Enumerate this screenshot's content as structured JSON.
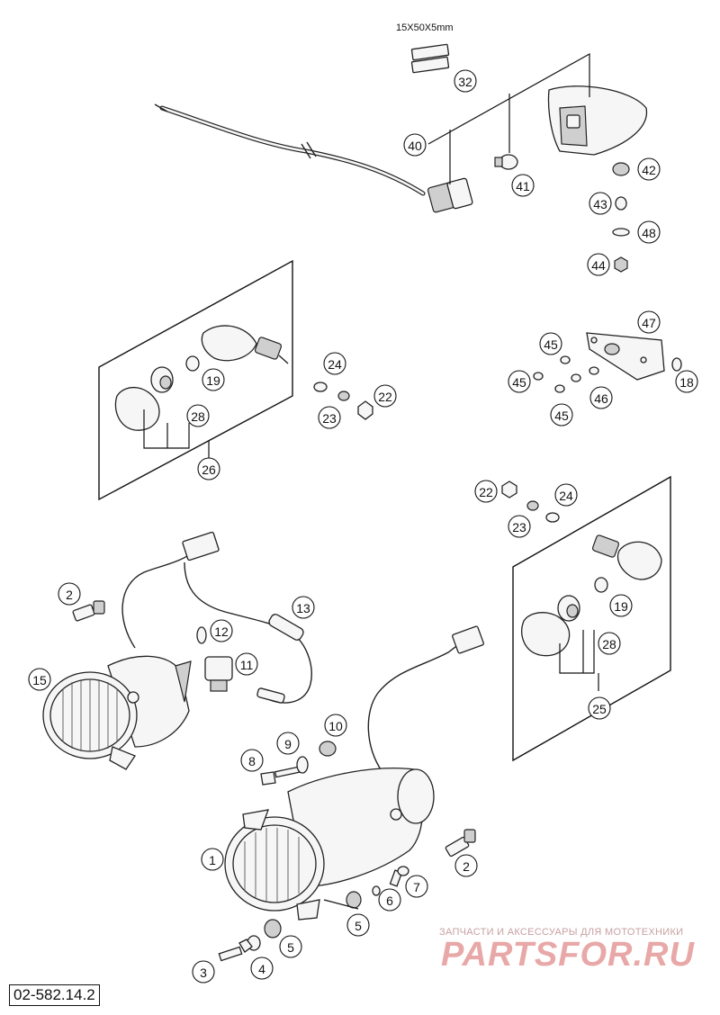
{
  "size_label": "15X50X5mm",
  "diagram_code": "02-582.14.2",
  "watermark": {
    "caption": "ЗАПЧАСТИ И АКСЕССУАРЫ ДЛЯ МОТОТЕХНИКИ",
    "logo": "PARTSFOR.RU"
  },
  "callouts": [
    {
      "id": "c1",
      "label": "1"
    },
    {
      "id": "c2a",
      "label": "2"
    },
    {
      "id": "c2b",
      "label": "2"
    },
    {
      "id": "c3",
      "label": "3"
    },
    {
      "id": "c4",
      "label": "4"
    },
    {
      "id": "c5a",
      "label": "5"
    },
    {
      "id": "c5b",
      "label": "5"
    },
    {
      "id": "c6",
      "label": "6"
    },
    {
      "id": "c7",
      "label": "7"
    },
    {
      "id": "c8",
      "label": "8"
    },
    {
      "id": "c9",
      "label": "9"
    },
    {
      "id": "c10",
      "label": "10"
    },
    {
      "id": "c11",
      "label": "11"
    },
    {
      "id": "c12",
      "label": "12"
    },
    {
      "id": "c13",
      "label": "13"
    },
    {
      "id": "c15",
      "label": "15"
    },
    {
      "id": "c18",
      "label": "18"
    },
    {
      "id": "c19a",
      "label": "19"
    },
    {
      "id": "c19b",
      "label": "19"
    },
    {
      "id": "c22a",
      "label": "22"
    },
    {
      "id": "c22b",
      "label": "22"
    },
    {
      "id": "c23a",
      "label": "23"
    },
    {
      "id": "c23b",
      "label": "23"
    },
    {
      "id": "c24a",
      "label": "24"
    },
    {
      "id": "c24b",
      "label": "24"
    },
    {
      "id": "c25",
      "label": "25"
    },
    {
      "id": "c26",
      "label": "26"
    },
    {
      "id": "c28a",
      "label": "28"
    },
    {
      "id": "c28b",
      "label": "28"
    },
    {
      "id": "c32",
      "label": "32"
    },
    {
      "id": "c40",
      "label": "40"
    },
    {
      "id": "c41",
      "label": "41"
    },
    {
      "id": "c42",
      "label": "42"
    },
    {
      "id": "c43",
      "label": "43"
    },
    {
      "id": "c44",
      "label": "44"
    },
    {
      "id": "c45a",
      "label": "45"
    },
    {
      "id": "c45b",
      "label": "45"
    },
    {
      "id": "c45c",
      "label": "45"
    },
    {
      "id": "c46",
      "label": "46"
    },
    {
      "id": "c47",
      "label": "47"
    },
    {
      "id": "c48",
      "label": "48"
    }
  ]
}
